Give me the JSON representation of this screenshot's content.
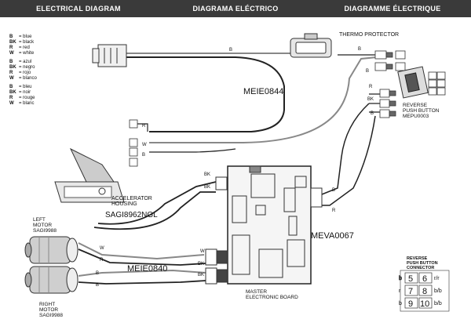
{
  "header": {
    "col1": "ELECTRICAL DIAGRAM",
    "col2": "DIAGRAMA ELÉCTRICO",
    "col3": "DIAGRAMME ÉLECTRIQUE"
  },
  "legend": {
    "en": [
      {
        "code": "B",
        "text": "= blue"
      },
      {
        "code": "BK",
        "text": "= black"
      },
      {
        "code": "R",
        "text": "= red"
      },
      {
        "code": "W",
        "text": "= white"
      }
    ],
    "es": [
      {
        "code": "B",
        "text": "= azul"
      },
      {
        "code": "BK",
        "text": "= negro"
      },
      {
        "code": "R",
        "text": "= rojo"
      },
      {
        "code": "W",
        "text": "= blanco"
      }
    ],
    "fr": [
      {
        "code": "B",
        "text": "= bleu"
      },
      {
        "code": "BK",
        "text": "= noir"
      },
      {
        "code": "R",
        "text": "= rouge"
      },
      {
        "code": "W",
        "text": "= blanc"
      }
    ]
  },
  "labels": {
    "thermo": "THERMO  PROTECTOR",
    "harness_main": "MEIE0844",
    "reverse_l1": "REVERSE",
    "reverse_l2": "PUSH  BUTTON",
    "reverse_l3": "MEPU0003",
    "accel_l1": "ACCELERATOR",
    "accel_l2": "HOUSING",
    "accel_part": "SAGI8962NGL",
    "meva": "MEVA0067",
    "left_l1": "LEFT",
    "left_l2": "MOTOR",
    "left_l3": "SAGI9988",
    "right_l1": "RIGHT",
    "right_l2": "MOTOR",
    "right_l3": "SAGI9988",
    "harness_motor": "MEIE0840",
    "master_l1": "MASTER",
    "master_l2": "ELECTRONIC BOARD",
    "conn_l1": "REVERSE",
    "conn_l2": "PUSH  BUTTON",
    "conn_l3": "CONNECTOR"
  },
  "wire_labels": {
    "b1": "B",
    "b2": "B",
    "b3": "B",
    "r1": "R",
    "bk1": "BK",
    "b4": "B",
    "r2": "R",
    "w1": "W",
    "b5": "B",
    "bk2": "BK",
    "bk3": "BK",
    "b6": "B",
    "r3": "R",
    "w2": "W",
    "r4": "R",
    "w3": "W",
    "bk4": "BK",
    "bk5": "BK",
    "b7": "B",
    "b8": "B"
  },
  "connector": {
    "cells": [
      {
        "left": "b",
        "num1": "5",
        "num2": "6",
        "right": "r/r"
      },
      {
        "left": "r",
        "num1": "7",
        "num2": "8",
        "right": "b/b"
      },
      {
        "left": "b",
        "num1": "9",
        "num2": "10",
        "right": "b/b"
      }
    ]
  }
}
